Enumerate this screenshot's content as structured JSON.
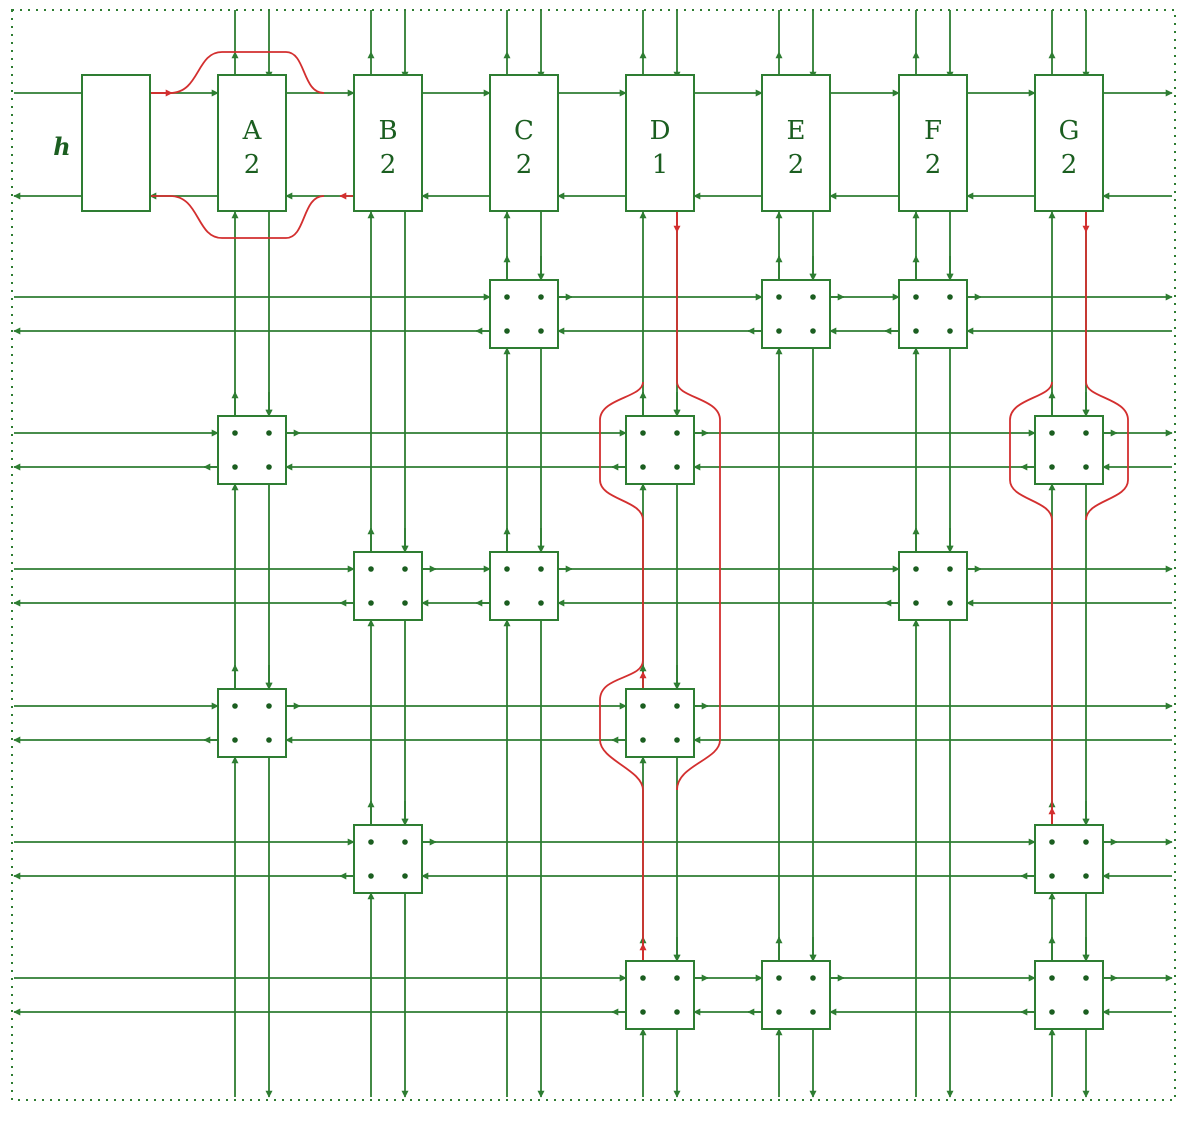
{
  "colors": {
    "wire": "#2e7d32",
    "highlight": "#d32f2f",
    "text": "#1b5e20"
  },
  "h_label": "h",
  "top_boxes": [
    {
      "letter": "A",
      "count": "2"
    },
    {
      "letter": "B",
      "count": "2"
    },
    {
      "letter": "C",
      "count": "2"
    },
    {
      "letter": "D",
      "count": "1"
    },
    {
      "letter": "E",
      "count": "2"
    },
    {
      "letter": "F",
      "count": "2"
    },
    {
      "letter": "G",
      "count": "2"
    }
  ],
  "rows": [
    {
      "row": 1,
      "crossings": [
        "C",
        "E",
        "F"
      ]
    },
    {
      "row": 2,
      "crossings": [
        "A",
        "D",
        "G"
      ]
    },
    {
      "row": 3,
      "crossings": [
        "B",
        "C",
        "F"
      ]
    },
    {
      "row": 4,
      "crossings": [
        "A",
        "D"
      ]
    },
    {
      "row": 5,
      "crossings": [
        "B",
        "G"
      ]
    },
    {
      "row": 6,
      "crossings": [
        "D",
        "E",
        "G"
      ]
    }
  ]
}
